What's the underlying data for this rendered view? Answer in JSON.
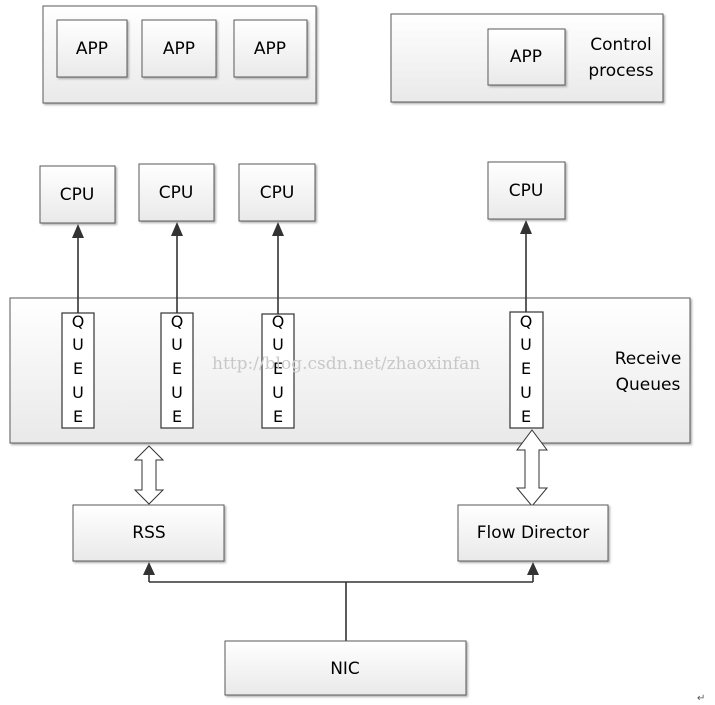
{
  "app_group": {
    "apps": [
      {
        "label": "APP"
      },
      {
        "label": "APP"
      },
      {
        "label": "APP"
      }
    ]
  },
  "control": {
    "app_label": "APP",
    "title_line1": "Control",
    "title_line2": "process"
  },
  "cpus": [
    {
      "label": "CPU"
    },
    {
      "label": "CPU"
    },
    {
      "label": "CPU"
    },
    {
      "label": "CPU"
    }
  ],
  "receive": {
    "title_line1": "Receive",
    "title_line2": "Queues",
    "queue_letters": [
      "Q",
      "U",
      "E",
      "U",
      "E"
    ]
  },
  "rss": {
    "label": "RSS"
  },
  "flow_director": {
    "label": "Flow Director"
  },
  "nic": {
    "label": "NIC"
  },
  "watermark": "http://blog.csdn.net/zhaoxinfan",
  "paragraph_mark": "↵",
  "colors": {
    "box_fill_top": "#ffffff",
    "box_fill_bottom": "#e9e9e9",
    "border": "#5a5a5a",
    "line": "#333333",
    "watermark": "#c8c8c8"
  }
}
